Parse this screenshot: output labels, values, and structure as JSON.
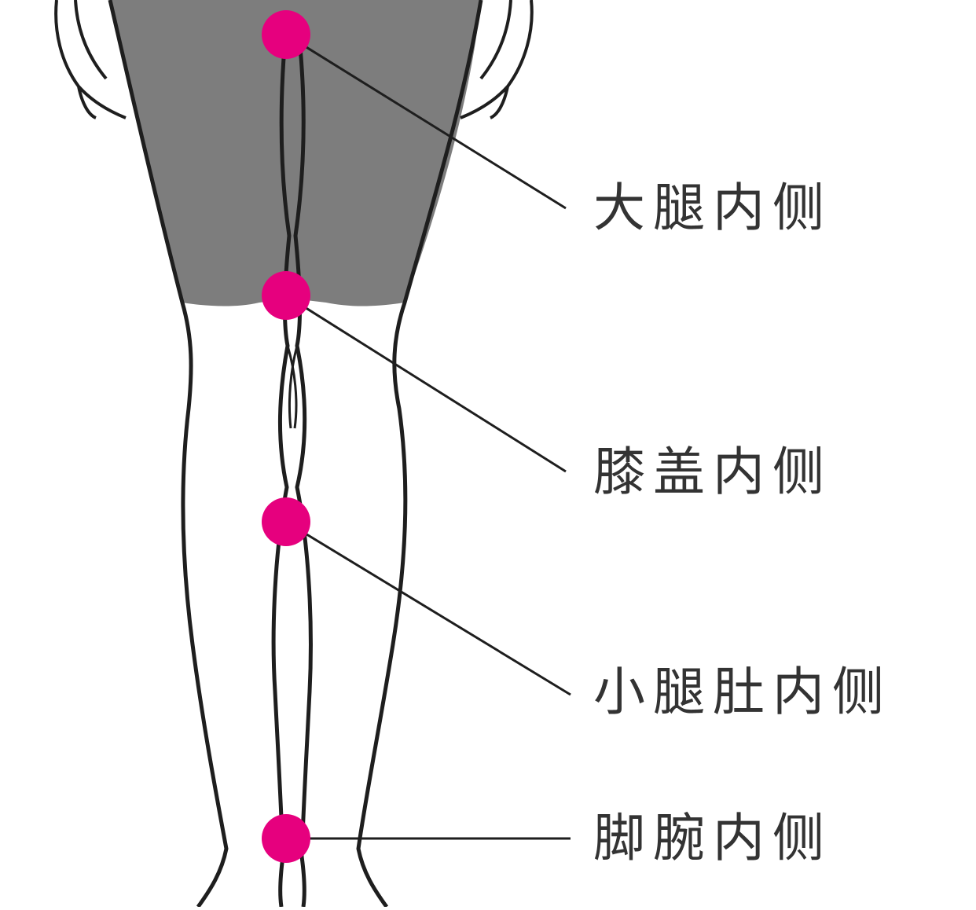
{
  "colors": {
    "marker": "#e6007e",
    "outline": "#1e1e1e",
    "shorts": "#7d7d7d",
    "label_text": "#333333"
  },
  "labels": {
    "inner_thigh": "大腿内侧",
    "inner_knee": "膝盖内侧",
    "inner_calf": "小腿肚内侧",
    "inner_ankle": "脚腕内侧"
  }
}
